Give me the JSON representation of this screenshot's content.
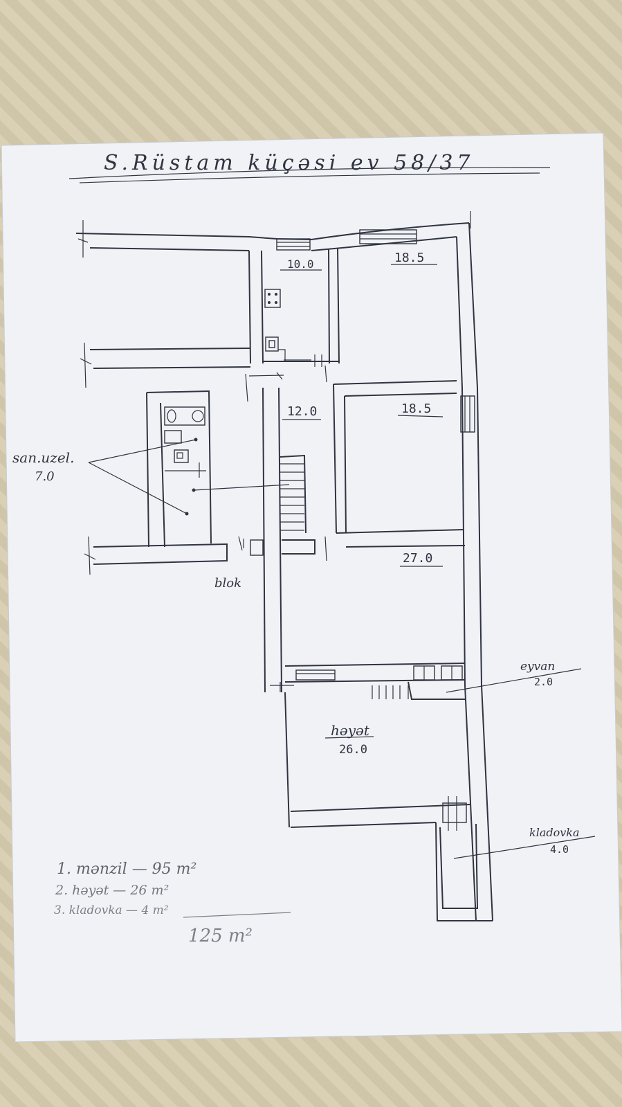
{
  "title": "S.Rüstam küçəsi ev 58/37",
  "colors": {
    "paper": "#f1f2f6",
    "ink": "#2f3440",
    "background": "#d6ccb0"
  },
  "rooms": {
    "room_a": "10.0",
    "room_b": "18.5",
    "room_c": "12.0",
    "room_d": "18.5",
    "room_e": "27.0",
    "bathroom_label": "san.uzel.",
    "bathroom_area": "7.0",
    "blok_label": "blok",
    "eyvan_label": "eyvan",
    "eyvan_area": "2.0",
    "hayat_label": "həyət",
    "hayat_area": "26.0",
    "kladovka_label": "kladovka",
    "kladovka_area": "4.0"
  },
  "summary": {
    "line1": "1. mənzil — 95 m²",
    "line2": "2. həyət — 26 m²",
    "line3": "3. kladovka — 4 m²",
    "total": "125 m²"
  }
}
